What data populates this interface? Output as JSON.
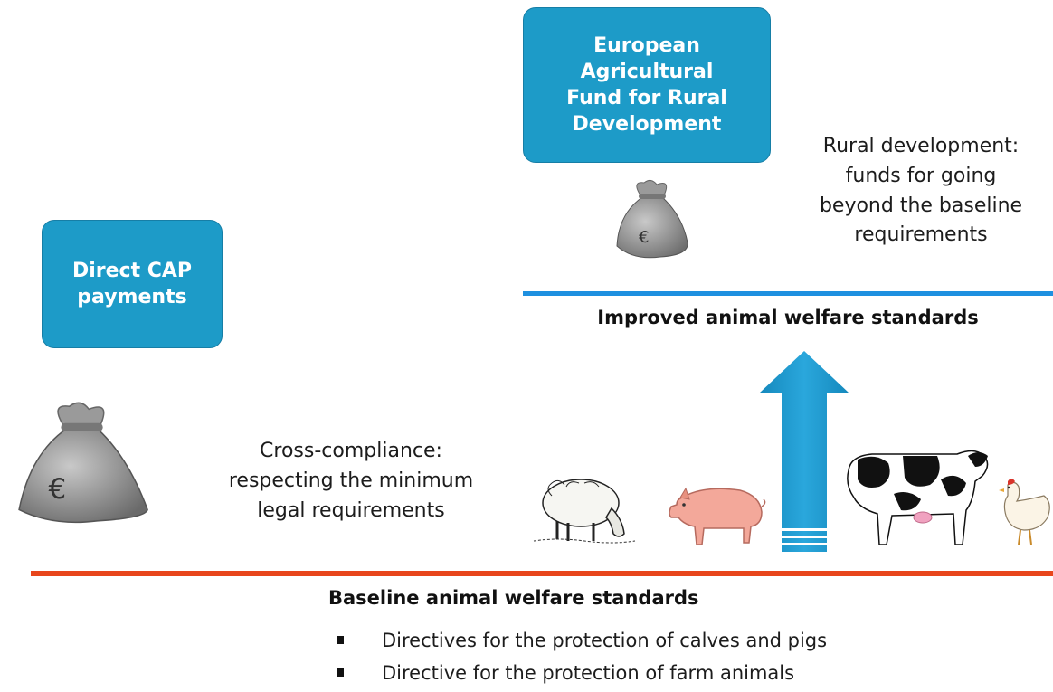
{
  "boxes": {
    "direct_cap": [
      "Direct CAP",
      "payments"
    ],
    "eafrd": [
      "European",
      "Agricultural",
      "Fund for Rural",
      "Development"
    ]
  },
  "rural_development_text": [
    "Rural development:",
    "funds for going",
    "beyond the baseline",
    "requirements"
  ],
  "cross_compliance_text": [
    "Cross-compliance:",
    "respecting the minimum",
    "legal requirements"
  ],
  "improved_heading": "Improved animal welfare standards",
  "baseline_heading": "Baseline animal welfare standards",
  "directives": [
    "Directives for the protection of calves and pigs",
    "Directive for the protection of farm animals"
  ],
  "money_bag_symbol": "€",
  "icons": [
    "money-bag-icon",
    "sheep-icon",
    "pig-icon",
    "cow-icon",
    "chicken-icon",
    "up-arrow-icon"
  ],
  "colors": {
    "box_blue": "#1d9bc8",
    "improved_line": "#1e90e0",
    "baseline_line": "#e8461c",
    "arrow": "#1a9ad0"
  }
}
